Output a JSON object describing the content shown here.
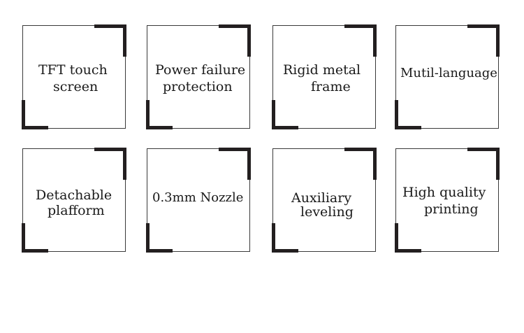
{
  "features": [
    {
      "lines": [
        "TFT touch",
        "screen"
      ]
    },
    {
      "lines": [
        "Power failure",
        "protection"
      ]
    },
    {
      "lines": [
        "Rigid metal",
        "frame"
      ]
    },
    {
      "lines": [
        "Mutil-language"
      ]
    },
    {
      "lines": [
        "Detachable",
        "plafform"
      ]
    },
    {
      "lines": [
        "0.3mm Nozzle"
      ]
    },
    {
      "lines": [
        "Auxiliary",
        "leveling"
      ]
    },
    {
      "lines": [
        "High quality",
        "printing"
      ]
    }
  ],
  "colors": {
    "border": "#3a3a3a",
    "corner_accent": "#231f20",
    "text": "#1a1a1a",
    "background": "#ffffff"
  }
}
